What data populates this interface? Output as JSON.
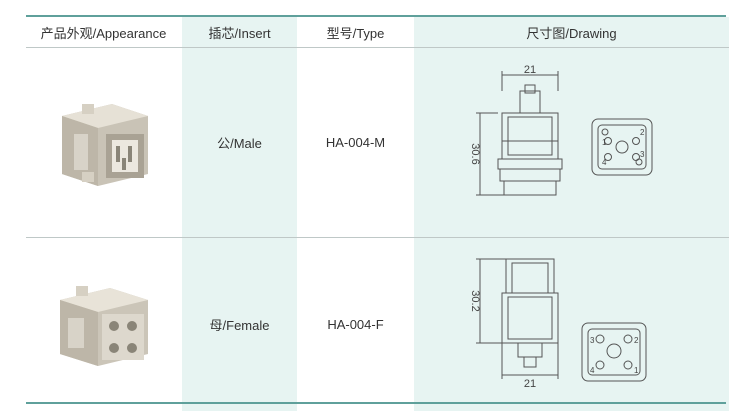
{
  "header": {
    "appearance": "产品外观/Appearance",
    "insert": "插芯/Insert",
    "type": "型号/Type",
    "drawing": "尺寸图/Drawing"
  },
  "rows": [
    {
      "insert": "公/Male",
      "type": "HA-004-M",
      "drawing": {
        "width": "21",
        "height": "30.6",
        "pins": [
          "1",
          "2",
          "3",
          "4"
        ]
      }
    },
    {
      "insert": "母/Female",
      "type": "HA-004-F",
      "drawing": {
        "width": "21",
        "height": "30.2",
        "pins": [
          "1",
          "2",
          "3",
          "4"
        ]
      }
    }
  ]
}
